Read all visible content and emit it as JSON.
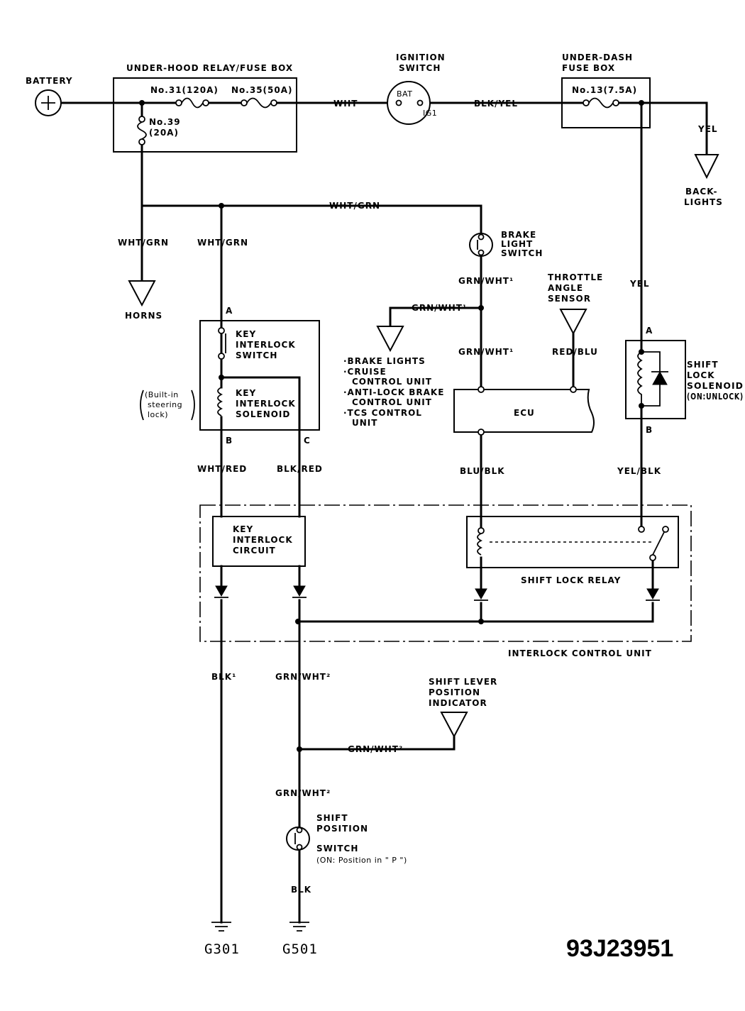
{
  "labels": {
    "battery": "BATTERY",
    "underhood_box": "UNDER-HOOD RELAY/FUSE BOX",
    "fuse31": "No.31(120A)",
    "fuse35": "No.35(50A)",
    "fuse39_a": "No.39",
    "fuse39_b": "(20A)",
    "wire_wht": "WHT",
    "ign_a": "IGNITION",
    "ign_b": "SWITCH",
    "bat": "BAT",
    "ig1": "IG1",
    "wire_blkyel": "BLK/YEL",
    "underdash_a": "UNDER-DASH",
    "underdash_b": "FUSE BOX",
    "fuse13": "No.13(7.5A)",
    "yel_top": "YEL",
    "backlights_a": "BACK-",
    "backlights_b": "LIGHTS",
    "whtgrn_top": "WHT/GRN",
    "whtgrn_left": "WHT/GRN",
    "whtgrn_mid": "WHT/GRN",
    "horns": "HORNS",
    "brake_sw_a": "BRAKE",
    "brake_sw_b": "LIGHT",
    "brake_sw_c": "SWITCH",
    "grnwht1_a": "GRN/WHT¹",
    "grnwht1_b": "GRN/WHT¹",
    "grnwht1_c": "GRN/WHT¹",
    "tas_a": "THROTTLE",
    "tas_b": "ANGLE",
    "tas_c": "SENSOR",
    "redblu": "RED/BLU",
    "yel_mid": "YEL",
    "list1": "·BRAKE LIGHTS",
    "list2a": "·CRUISE",
    "list2b": "CONTROL UNIT",
    "list3a": "·ANTI-LOCK BRAKE",
    "list3b": "CONTROL UNIT",
    "list4a": "·TCS CONTROL",
    "list4b": "UNIT",
    "ecu": "ECU",
    "conn_a": "A",
    "conn_a2": "A",
    "conn_b": "B",
    "conn_b2": "B",
    "conn_c": "C",
    "kis_a": "KEY",
    "kis_b": "INTERLOCK",
    "kis_c": "SWITCH",
    "kisol_a": "KEY",
    "kisol_b": "INTERLOCK",
    "kisol_c": "SOLENOID",
    "builtin_a": "(Built-in",
    "builtin_b": "steering",
    "builtin_c": "lock)",
    "sls_a": "SHIFT",
    "sls_b": "LOCK",
    "sls_c": "SOLENOID",
    "sls_d": "(ON:UNLOCK)",
    "whtred": "WHT/RED",
    "blkred": "BLK/RED",
    "blublk": "BLU/BLK",
    "yelblk": "YEL/BLK",
    "kic_a": "KEY",
    "kic_b": "INTERLOCK",
    "kic_c": "CIRCUIT",
    "shift_lock_relay": "SHIFT LOCK RELAY",
    "icu": "INTERLOCK CONTROL UNIT",
    "blk1": "BLK¹",
    "grnwht2_a": "GRN/WHT²",
    "grnwht2_b": "GRN/WHT²",
    "grnwht2_c": "GRN/WHT²",
    "slpi_a": "SHIFT LEVER",
    "slpi_b": "POSITION",
    "slpi_c": "INDICATOR",
    "sps_a": "SHIFT",
    "sps_b": "POSITION",
    "sps_c": "SWITCH",
    "sps_d": "(ON: Position in \" P \")",
    "blk_bottom": "BLK",
    "g301": "G301",
    "g501": "G501",
    "figure_id": "93J23951"
  }
}
